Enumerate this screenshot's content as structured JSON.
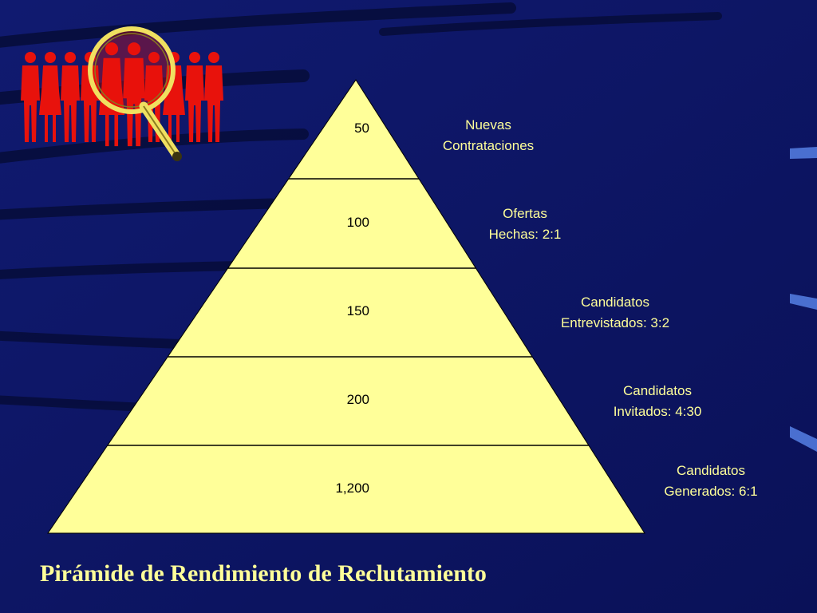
{
  "title": "Pirámide de Rendimiento de Reclutamiento",
  "colors": {
    "background": "#0d1966",
    "pyramid_fill": "#ffff99",
    "label_text": "#ffff99",
    "people": "#e8120c",
    "magnifier_rim": "#f0e060"
  },
  "icons": [
    "people-group-icon",
    "magnifying-glass-icon"
  ],
  "pyramid": {
    "levels": [
      {
        "value": "50",
        "label_line1": "Nuevas",
        "label_line2": "Contrataciones"
      },
      {
        "value": "100",
        "label_line1": "Ofertas",
        "label_line2": "Hechas: 2:1"
      },
      {
        "value": "150",
        "label_line1": "Candidatos",
        "label_line2": "Entrevistados: 3:2"
      },
      {
        "value": "200",
        "label_line1": "Candidatos",
        "label_line2": "Invitados: 4:30"
      },
      {
        "value": "1,200",
        "label_line1": "Candidatos",
        "label_line2": "Generados: 6:1"
      }
    ]
  }
}
